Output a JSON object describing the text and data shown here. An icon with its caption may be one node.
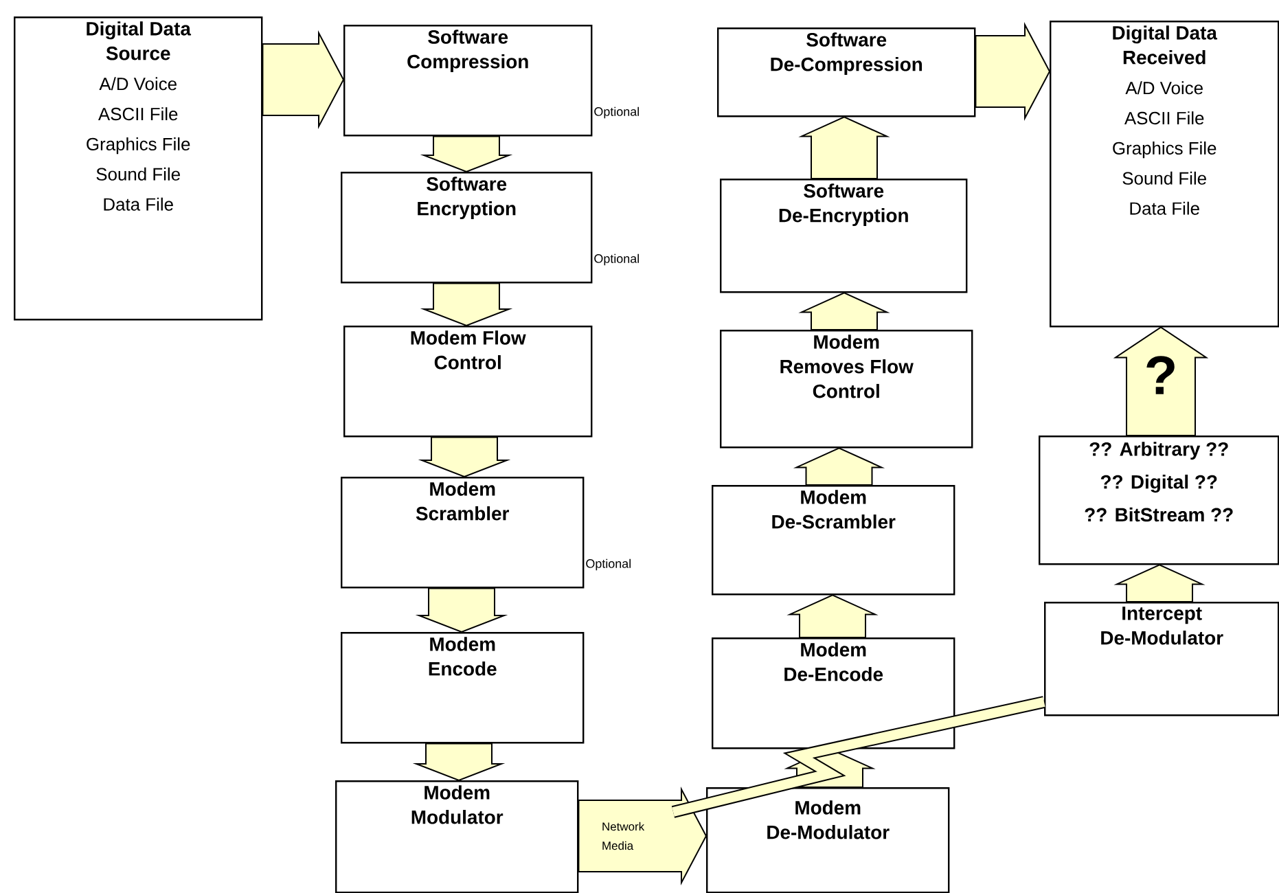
{
  "diagram": {
    "nodes": [
      {
        "text": [
          "Digital Data Source",
          "A/D Voice",
          "ASCII File",
          "Graphics File",
          "Sound File",
          "Data File"
        ]
      },
      {
        "text": [
          "Software Compression"
        ],
        "beside": [
          "Optional"
        ]
      },
      {
        "text": [
          "Software Encryption"
        ],
        "beside": [
          "Optional"
        ]
      },
      {
        "text": [
          "Modem Flow Control"
        ]
      },
      {
        "text": [
          "Modem Scrambler"
        ],
        "beside": [
          "Optional"
        ]
      },
      {
        "text": [
          "Modem Encode"
        ]
      },
      {
        "text": [
          "Modem Modulator"
        ]
      },
      {
        "text": [
          "Software De-Compression"
        ]
      },
      {
        "text": [
          "Software De-Encryption"
        ]
      },
      {
        "text": [
          "Modem Removes Flow Control"
        ]
      },
      {
        "text": [
          "Modem De-Scrambler"
        ]
      },
      {
        "text": [
          "Modem De-Encode"
        ]
      },
      {
        "text": [
          "Modem De-Modulator"
        ]
      },
      {
        "text": [
          "Digital Data Received",
          "A/D Voice",
          "ASCII File",
          "Graphics File",
          "Sound File",
          "Data File"
        ]
      },
      {
        "text": [
          "?? Arbitrary ??",
          "?? Digital ??",
          "?? BitStream ??"
        ]
      },
      {
        "text": [
          "Intercept De-Modulator"
        ]
      }
    ],
    "edges": [
      {
        "from": 0,
        "to": 1,
        "arrow": "to"
      },
      {
        "from": 1,
        "to": 2,
        "arrow": "to"
      },
      {
        "from": 2,
        "to": 3,
        "arrow": "to"
      },
      {
        "from": 3,
        "to": 4,
        "arrow": "to"
      },
      {
        "from": 4,
        "to": 5,
        "arrow": "to"
      },
      {
        "from": 5,
        "to": 6,
        "arrow": "to"
      },
      {
        "from": 6,
        "to": 12,
        "arrow": "to",
        "label": "Network Media"
      },
      {
        "from": 12,
        "to": 11,
        "arrow": "to"
      },
      {
        "from": 11,
        "to": 10,
        "arrow": "to"
      },
      {
        "from": 10,
        "to": 9,
        "arrow": "to"
      },
      {
        "from": 9,
        "to": 8,
        "arrow": "to"
      },
      {
        "from": 8,
        "to": 7,
        "arrow": "to"
      },
      {
        "from": 7,
        "to": 13,
        "arrow": "to"
      },
      {
        "from": 15,
        "to": 14,
        "arrow": "to"
      },
      {
        "from": 14,
        "to": 13,
        "arrow": "to",
        "label": "?"
      },
      {
        "from": null,
        "to": 15,
        "arrow": "none"
      }
    ]
  }
}
